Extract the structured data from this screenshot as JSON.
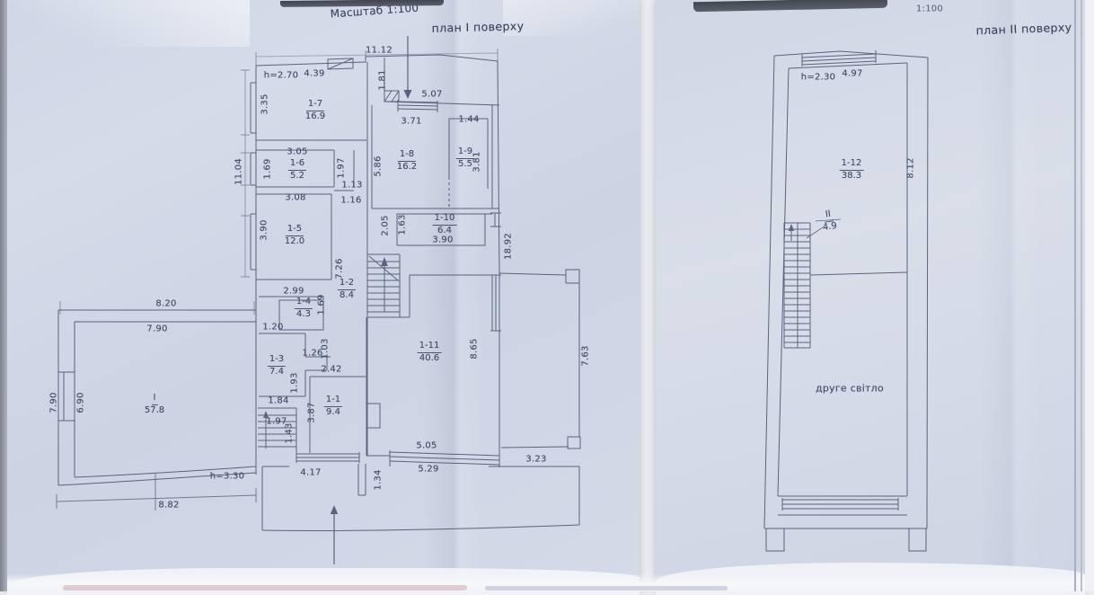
{
  "colors": {
    "paper": "#ccd3e3",
    "ink": "#3f4a66",
    "line": "#4f5a76",
    "scan_shadow": "#41464f"
  },
  "icons": {
    "entrance_arrow_down": "↓",
    "entrance_arrow_up": "↑",
    "stair_direction_arrow": "↑"
  },
  "page1": {
    "scale": "Масштаб 1:100",
    "title": "план І поверху",
    "heights": {
      "top": "h=2.70",
      "main": "h=3.30"
    },
    "rooms": {
      "r17": {
        "id": "1-7",
        "area": "16.9"
      },
      "r16": {
        "id": "1-6",
        "area": "5.2"
      },
      "r18": {
        "id": "1-8",
        "area": "16.2"
      },
      "r19": {
        "id": "1-9",
        "area": "5.5"
      },
      "r15": {
        "id": "1-5",
        "area": "12.0"
      },
      "r110": {
        "id": "1-10",
        "area": "6.4"
      },
      "r12": {
        "id": "1-2",
        "area": "8.4"
      },
      "r14": {
        "id": "1-4",
        "area": "4.3"
      },
      "r13": {
        "id": "1-3",
        "area": "7.4"
      },
      "r11": {
        "id": "1-1",
        "area": "9.4"
      },
      "r111": {
        "id": "1-11",
        "area": "40.6"
      },
      "rI": {
        "id": "I",
        "area": "57.8"
      }
    },
    "dims": {
      "d1112": "11.12",
      "d439": "4.39",
      "v1104": "11.04",
      "v335": "3.35",
      "v181": "1.81",
      "d507": "5.07",
      "d371": "3.71",
      "d144": "1.44",
      "d305": "3.05",
      "v169a": "1.69",
      "v197": "1.97",
      "v586": "5.86",
      "v381": "3.81",
      "d113": "1.13",
      "d116": "1.16",
      "d308": "3.08",
      "v390": "3.90",
      "v205": "2.05",
      "v163": "1.63",
      "d390": "3.90",
      "v1892": "18.92",
      "v726": "7.26",
      "d299": "2.99",
      "v169b": "1.69",
      "d820": "8.20",
      "d790": "7.90",
      "d120": "1.20",
      "v790": "7.90",
      "v690": "6.90",
      "d126": "1.26",
      "v103": "1.03",
      "d242": "2.42",
      "v193": "1.93",
      "v865": "8.65",
      "v763": "7.63",
      "d184": "1.84",
      "v387": "3.87",
      "d197": "1.97",
      "v143": "1.43",
      "d417": "4.17",
      "d505": "5.05",
      "d529": "5.29",
      "d323": "3.23",
      "v134": "1.34",
      "d882": "8.82"
    }
  },
  "page2": {
    "scale_fragment": "1:100",
    "title": "план ІІ поверху",
    "height": "h=2.30",
    "rooms": {
      "r112": {
        "id": "1-12",
        "area": "38.3"
      }
    },
    "stair": {
      "id": "ІІ",
      "area": "4.9"
    },
    "dims": {
      "d497": "4.97",
      "v812": "8.12"
    },
    "note": "друге світло"
  }
}
